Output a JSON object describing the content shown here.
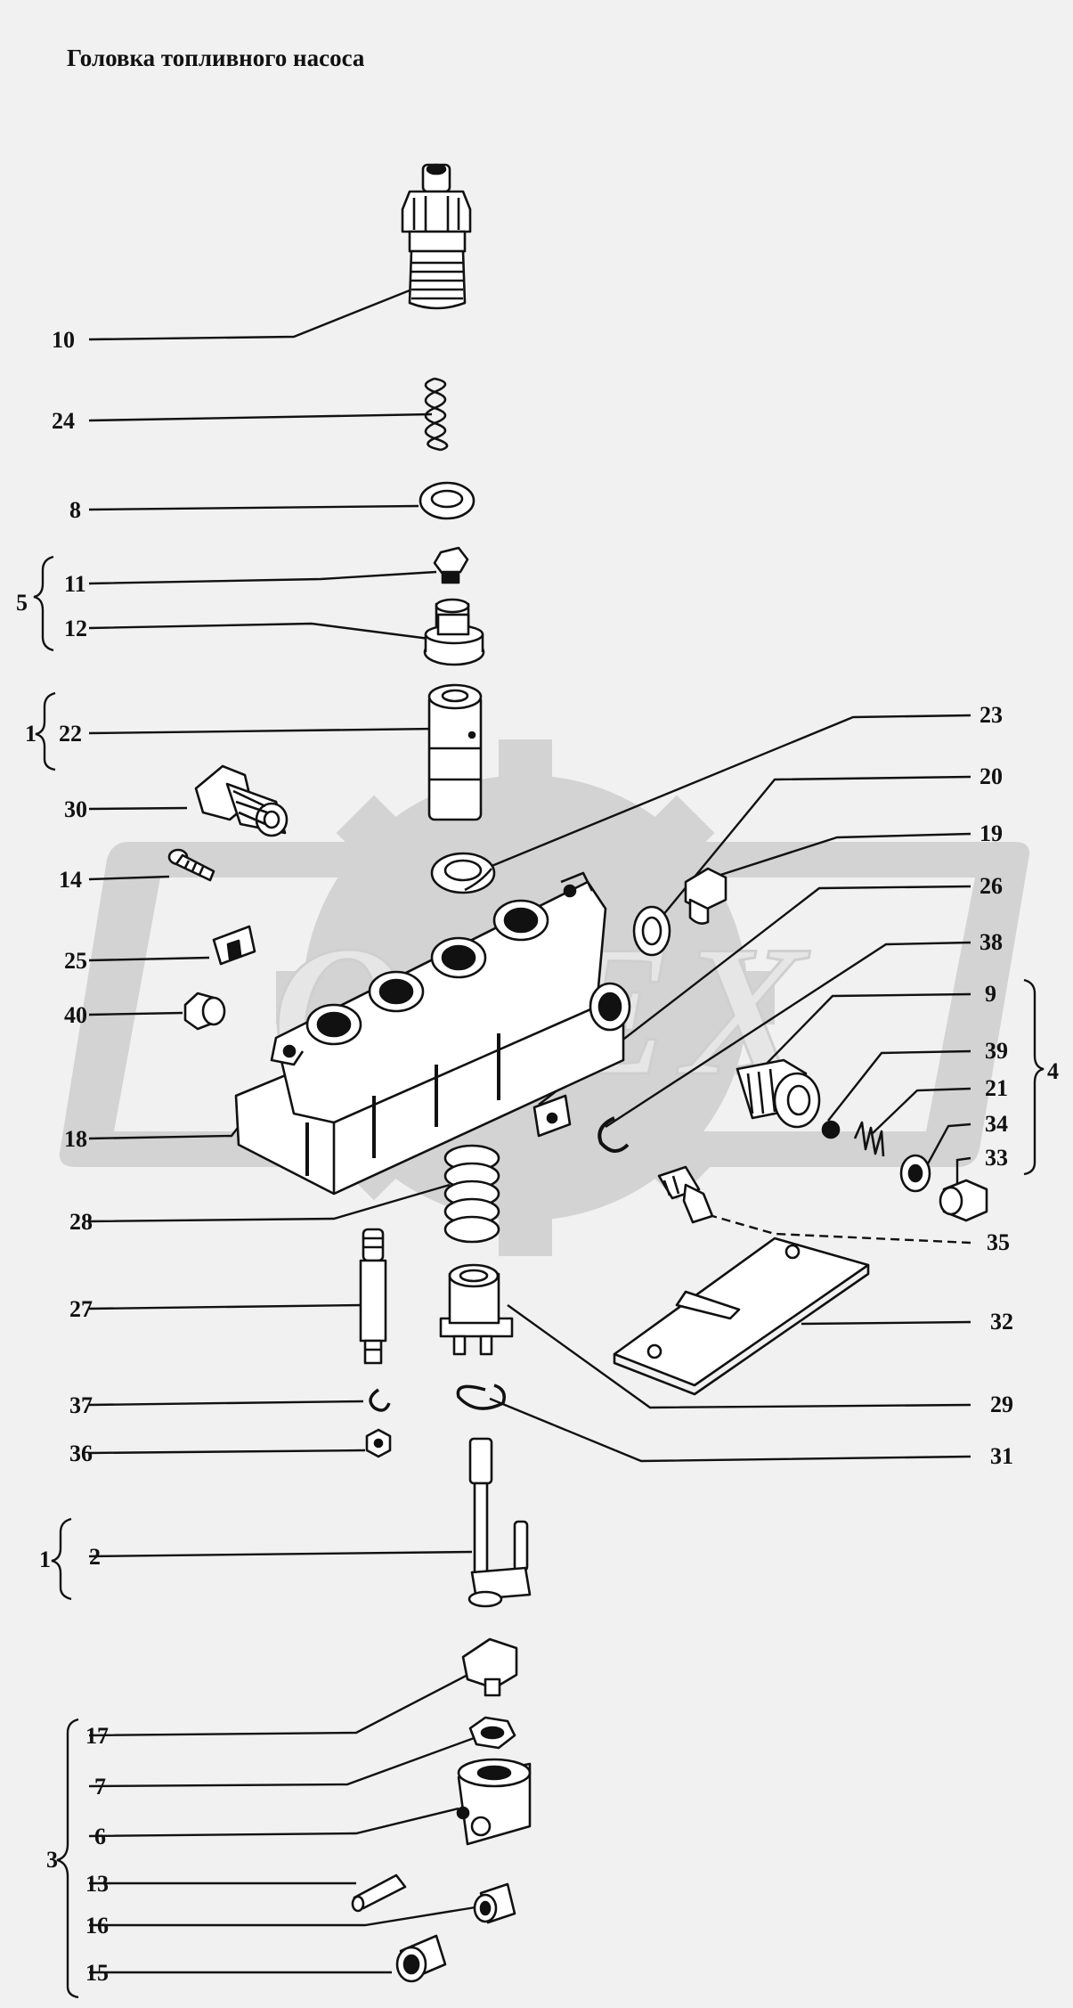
{
  "title": "Головка топливного насоса",
  "watermark": "ОЛЕХ",
  "colors": {
    "ink": "#111111",
    "background": "#f1f1f1",
    "watermark": "#d3d3d3"
  },
  "callouts": {
    "n10": "10",
    "n24": "24",
    "n8": "8",
    "n11": "11",
    "n12": "12",
    "n5": "5",
    "n22": "22",
    "n1a": "1",
    "n30": "30",
    "n14": "14",
    "n25": "25",
    "n40": "40",
    "n18": "18",
    "n28": "28",
    "n27": "27",
    "n37": "37",
    "n36": "36",
    "n2": "2",
    "n1b": "1",
    "n17": "17",
    "n7": "7",
    "n6": "6",
    "n13": "13",
    "n16": "16",
    "n15": "15",
    "n3": "3",
    "n23": "23",
    "n20": "20",
    "n19": "19",
    "n26": "26",
    "n38": "38",
    "n9": "9",
    "n39": "39",
    "n21": "21",
    "n34": "34",
    "n33": "33",
    "n4": "4",
    "n35": "35",
    "n32": "32",
    "n29": "29",
    "n31": "31"
  }
}
